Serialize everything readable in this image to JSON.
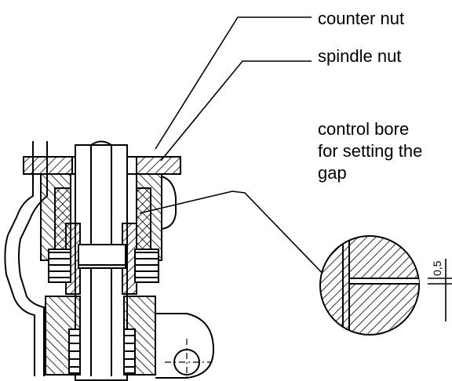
{
  "labels": {
    "counter_nut": "counter nut",
    "spindle_nut": "spindle nut",
    "control_bore_lines": [
      "control bore",
      "for setting the",
      "gap"
    ]
  },
  "detail": {
    "dimension": "0,5"
  },
  "colors": {
    "line": "#000000",
    "background": "#ffffff"
  }
}
